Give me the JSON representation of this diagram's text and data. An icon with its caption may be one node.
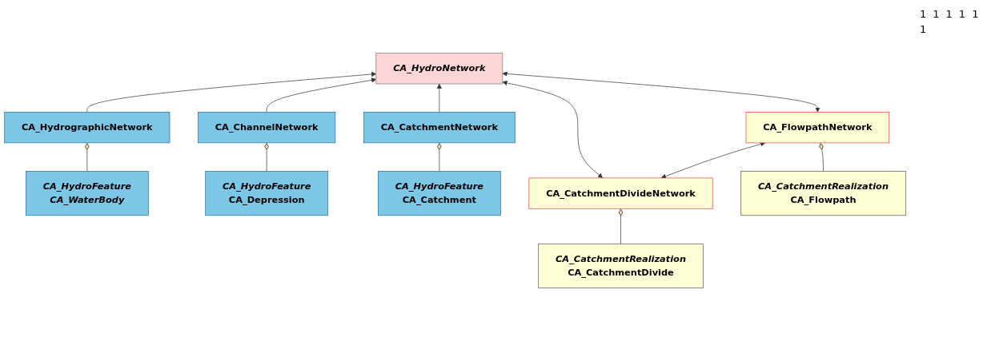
{
  "diagram": {
    "nodes": [
      {
        "text": [
          "CA_HydroNetwork"
        ]
      },
      {
        "text": [
          "CA_HydrographicNetwork"
        ]
      },
      {
        "text": [
          "CA_ChannelNetwork"
        ]
      },
      {
        "text": [
          "CA_CatchmentNetwork"
        ]
      },
      {
        "text": [
          "CA_FlowpathNetwork"
        ]
      },
      {
        "text": [
          "CA_CatchmentDivideNetwork"
        ]
      },
      {
        "text": [
          "CA_HydroFeature",
          "CA_WaterBody"
        ]
      },
      {
        "text": [
          "CA_HydroFeature",
          "CA_Depression"
        ]
      },
      {
        "text": [
          "CA_HydroFeature",
          "CA_Catchment"
        ]
      },
      {
        "text": [
          "CA_CatchmentRealization",
          "CA_Flowpath"
        ]
      },
      {
        "text": [
          "CA_CatchmentRealization",
          "CA_CatchmentDivide"
        ]
      }
    ],
    "edges": [
      {
        "from": 1,
        "to": 0,
        "arrow": "to"
      },
      {
        "from": 2,
        "to": 0,
        "arrow": "to"
      },
      {
        "from": 3,
        "to": 0,
        "arrow": "to"
      },
      {
        "from": 0,
        "to": 5,
        "arrow": "both"
      },
      {
        "from": 0,
        "to": 4,
        "arrow": "both"
      },
      {
        "from": 4,
        "to": 5,
        "arrow": "both"
      },
      {
        "from": 6,
        "to": 1,
        "arrow": "other"
      },
      {
        "from": 7,
        "to": 2,
        "arrow": "other"
      },
      {
        "from": 8,
        "to": 3,
        "arrow": "other"
      },
      {
        "from": 9,
        "to": 4,
        "arrow": "other"
      },
      {
        "from": 10,
        "to": 5,
        "arrow": "other"
      }
    ],
    "labels": [
      "1",
      "1",
      "1",
      "1",
      "1",
      "1"
    ]
  }
}
